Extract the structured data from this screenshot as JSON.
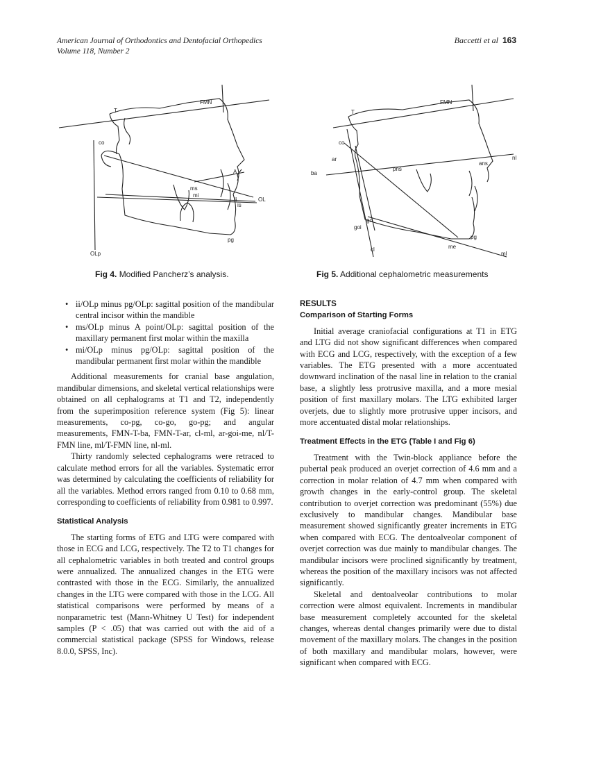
{
  "header": {
    "journal": "American Journal of Orthodontics and Dentofacial Orthopedics",
    "volume": "Volume 118, Number 2",
    "authors": "Baccetti et al",
    "page_number": "163"
  },
  "figures": {
    "fig4": {
      "caption_label": "Fig 4.",
      "caption_text": "Modified Pancherz’s analysis.",
      "labels": {
        "fmn": "FMN",
        "t": "T",
        "co": "co",
        "a": "A",
        "pg": "pg",
        "olp": "OLp",
        "ol": "OL",
        "ms": "ms",
        "mi": "mi",
        "is": "is",
        "ii": "ii"
      }
    },
    "fig5": {
      "caption_label": "Fig 5.",
      "caption_text": "Additional cephalometric measurements",
      "labels": {
        "fmn": "FMN",
        "t": "T",
        "ar": "ar",
        "co": "co",
        "ba": "ba",
        "pns": "pns",
        "ans": "ans",
        "nl": "nl",
        "go": "go",
        "goi": "goi",
        "cl": "cl",
        "pg": "pg",
        "me": "me",
        "ml": "ml"
      }
    }
  },
  "left_column": {
    "bullets": [
      "ii/OLp minus pg/OLp: sagittal position of the mandibular central incisor within the mandible",
      "ms/OLp minus A point/OLp: sagittal position of the maxillary permanent first molar within the maxilla",
      "mi/OLp minus pg/OLp: sagittal position of the mandibular permanent first molar within the mandible"
    ],
    "para1": "Additional measurements for cranial base angulation, mandibular dimensions, and skeletal vertical relationships were obtained on all cephalograms at T1 and T2, independently from the superimposition reference system (Fig 5): linear measurements, co-pg, co-go, go-pg; and angular measurements, FMN-T-ba, FMN-T-ar, cl-ml, ar-goi-me, nl/T-FMN line, ml/T-FMN line, nl-ml.",
    "para2": "Thirty randomly selected cephalograms were retraced to calculate method errors for all the variables. Systematic error was determined by calculating the coefficients of reliability for all the variables. Method errors ranged from 0.10 to 0.68 mm, corresponding to coefficients of reliability from 0.981 to 0.997.",
    "heading_stat": "Statistical Analysis",
    "para3": "The starting forms of ETG and LTG were compared with those in ECG and LCG, respectively. The T2 to T1 changes for all cephalometric variables in both treated and control groups were annualized. The annualized changes in the ETG were contrasted with those in the ECG. Similarly, the annualized changes in the LTG were compared with those in the LCG. All statistical comparisons were performed by means of a nonparametric test (Mann-Whitney U Test) for independent samples (P < .05) that was carried out with the aid of a commercial statistical package (SPSS for Windows, release 8.0.0, SPSS, Inc)."
  },
  "right_column": {
    "heading_results": "RESULTS",
    "heading_comparison": "Comparison of Starting Forms",
    "para1": "Initial average craniofacial configurations at T1 in ETG and LTG did not show significant differences when compared with ECG and LCG, respectively, with the exception of a few variables. The ETG presented with a more accentuated downward inclination of the nasal line in relation to the cranial base, a slightly less protrusive maxilla, and a more mesial position of first maxillary molars. The LTG exhibited larger overjets, due to slightly more protrusive upper incisors, and more accentuated distal molar relationships.",
    "heading_treatment": "Treatment Effects in the ETG (Table I and Fig 6)",
    "para2": "Treatment with the Twin-block appliance before the pubertal peak produced an overjet correction of 4.6 mm and a correction in molar relation of 4.7 mm when compared with growth changes in the early-control group. The skeletal contribution to overjet correction was predominant (55%) due exclusively to mandibular changes. Mandibular base measurement showed significantly greater increments in ETG when compared with ECG. The dentoalveolar component of overjet correction was due mainly to mandibular changes. The mandibular incisors were proclined significantly by treatment, whereas the position of the maxillary incisors was not affected significantly.",
    "para3": "Skeletal and dentoalveolar contributions to molar correction were almost equivalent. Increments in mandibular base measurement completely accounted for the skeletal changes, whereas dental changes primarily were due to distal movement of the maxillary molars. The changes in the position of both maxillary and mandibular molars, however, were significant when compared with ECG."
  }
}
